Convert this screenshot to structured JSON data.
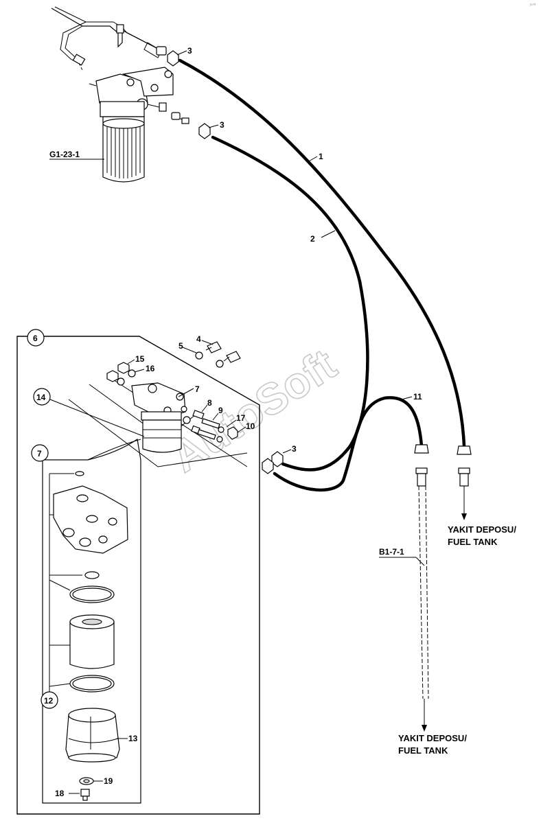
{
  "watermark": "AutoSoft",
  "corner_mark": "p.m",
  "ref_labels": {
    "main_filter": "G1-23-1",
    "fuel_line": "B1-7-1"
  },
  "part_numbers": {
    "p1": "1",
    "p2": "2",
    "p3a": "3",
    "p3b": "3",
    "p3c": "3",
    "p4": "4",
    "p5": "5",
    "p6": "6",
    "p7a": "7",
    "p7b": "7",
    "p8": "8",
    "p9": "9",
    "p10": "10",
    "p11": "11",
    "p12": "12",
    "p13": "13",
    "p14": "14",
    "p15": "15",
    "p16": "16",
    "p17": "17",
    "p18": "18",
    "p19": "19"
  },
  "destinations": {
    "right": {
      "line1": "YAKIT DEPOSU/",
      "line2": "FUEL TANK"
    },
    "bottom": {
      "line1": "YAKIT DEPOSU/",
      "line2": "FUEL TANK"
    }
  }
}
